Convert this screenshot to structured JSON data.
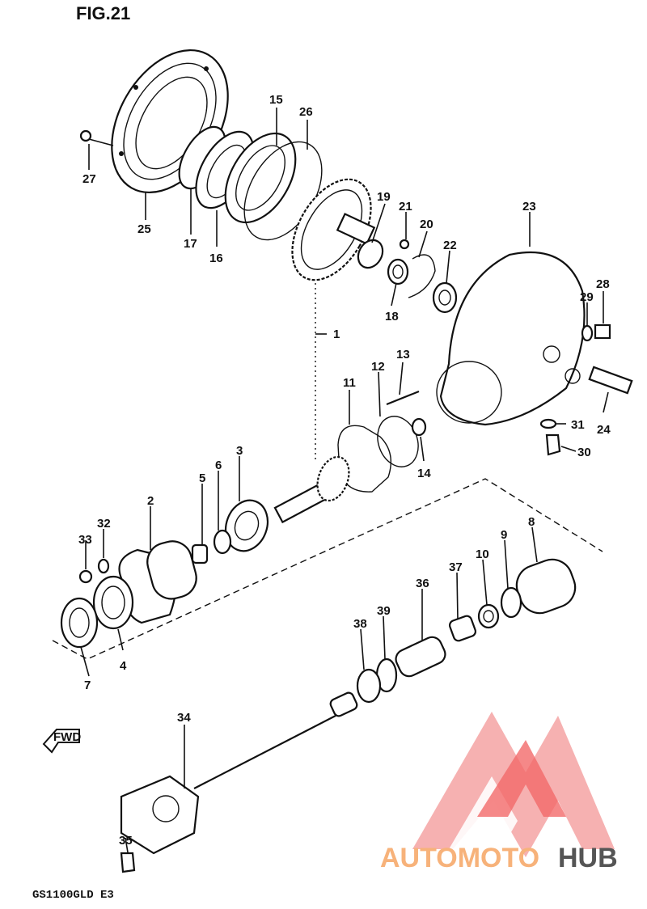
{
  "figure": {
    "title": "FIG.21",
    "model_code": "GS1100GLD E3",
    "direction_arrow_label": "FWD"
  },
  "callouts": [
    "1",
    "2",
    "3",
    "4",
    "5",
    "6",
    "7",
    "8",
    "9",
    "10",
    "11",
    "12",
    "13",
    "14",
    "15",
    "16",
    "17",
    "18",
    "19",
    "20",
    "21",
    "22",
    "23",
    "24",
    "25",
    "26",
    "27",
    "28",
    "29",
    "30",
    "31",
    "32",
    "33",
    "34",
    "35",
    "36",
    "37",
    "38",
    "39"
  ],
  "watermark": {
    "text_part_1": "AUTOMOTO",
    "text_part_2": "HUB",
    "color_primary": "#f26a6a",
    "color_secondary": "#f7b27a",
    "color_dark": "#555555"
  }
}
